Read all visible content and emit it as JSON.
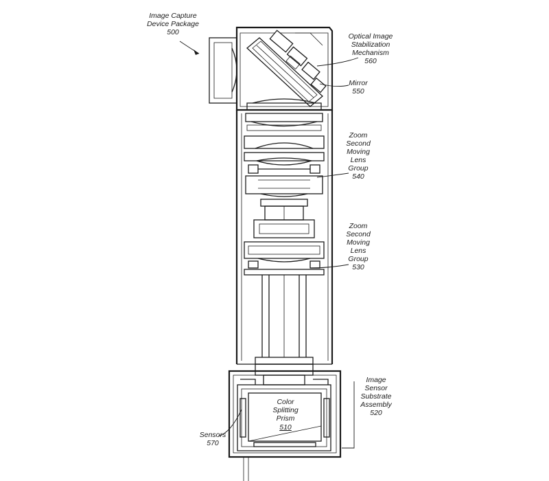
{
  "labels": {
    "package": {
      "lines": [
        "Image Capture",
        "Device Package"
      ],
      "number": "500"
    },
    "ois": {
      "lines": [
        "Optical Image",
        "Stabilization",
        "Mechanism"
      ],
      "number": "560"
    },
    "mirror": {
      "lines": [
        "Mirror"
      ],
      "number": "550"
    },
    "zoom_upper": {
      "lines": [
        "Zoom",
        "Second",
        "Moving",
        "Lens",
        "Group"
      ],
      "number": "540"
    },
    "zoom_lower": {
      "lines": [
        "Zoom",
        "Second",
        "Moving",
        "Lens",
        "Group"
      ],
      "number": "530"
    },
    "sensor_assembly": {
      "lines": [
        "Image",
        "Sensor",
        "Substrate",
        "Assembly"
      ],
      "number": "520"
    },
    "prism": {
      "lines": [
        "Color",
        "Splitting",
        "Prism"
      ],
      "number": "510"
    },
    "sensors": {
      "lines": [
        "Sensors"
      ],
      "number": "570"
    }
  },
  "colors": {
    "line": "#1a1a1a",
    "background": "#ffffff"
  }
}
